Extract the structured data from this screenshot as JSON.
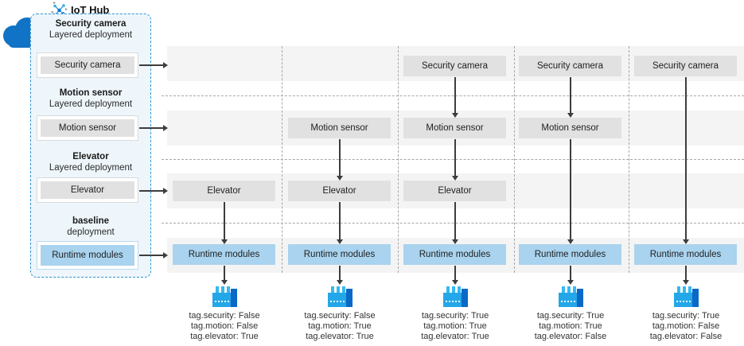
{
  "header": {
    "iot_hub_label": "IoT Hub"
  },
  "sidebar": {
    "groups": [
      {
        "title": "Security camera",
        "subtitle": "Layered deployment",
        "box_label": "Security camera",
        "style": "gray"
      },
      {
        "title": "Motion sensor",
        "subtitle": "Layered deployment",
        "box_label": "Motion sensor",
        "style": "gray"
      },
      {
        "title": "Elevator",
        "subtitle": "Layered deployment",
        "box_label": "Elevator",
        "style": "gray"
      },
      {
        "title": "baseline",
        "subtitle": "deployment",
        "box_label": "Runtime modules",
        "style": "blue"
      }
    ]
  },
  "grid": {
    "row_names": [
      "Security camera",
      "Motion sensor",
      "Elevator",
      "Runtime modules"
    ],
    "columns": [
      {
        "security_camera": null,
        "motion_sensor": null,
        "elevator": "Elevator",
        "runtime_modules": "Runtime modules",
        "tags": [
          "tag.security: False",
          "tag.motion: False",
          "tag.elevator: True"
        ]
      },
      {
        "security_camera": null,
        "motion_sensor": "Motion sensor",
        "elevator": "Elevator",
        "runtime_modules": "Runtime modules",
        "tags": [
          "tag.security: False",
          "tag.motion: True",
          "tag.elevator: True"
        ]
      },
      {
        "security_camera": "Security camera",
        "motion_sensor": "Motion sensor",
        "elevator": "Elevator",
        "runtime_modules": "Runtime modules",
        "tags": [
          "tag.security: True",
          "tag.motion: True",
          "tag.elevator: True"
        ]
      },
      {
        "security_camera": "Security camera",
        "motion_sensor": "Motion sensor",
        "elevator": null,
        "runtime_modules": "Runtime modules",
        "tags": [
          "tag.security: True",
          "tag.motion: True",
          "tag.elevator: False"
        ]
      },
      {
        "security_camera": "Security camera",
        "motion_sensor": null,
        "elevator": null,
        "runtime_modules": "Runtime modules",
        "tags": [
          "tag.security: True",
          "tag.motion: False",
          "tag.elevator: False"
        ]
      }
    ]
  },
  "icons": {
    "cloud": "cloud-icon",
    "iot_hub": "iot-hub-icon",
    "factory": "factory-icon"
  },
  "colors": {
    "accent_dashed_blue": "#2e95d3",
    "sidebar_bg": "#eef6fb",
    "band_gray": "#f4f4f4",
    "box_gray": "#e1e1e1",
    "box_blue": "#a9d3ee",
    "cloud_blue": "#1173c5",
    "factory_light_blue": "#24a7e8",
    "factory_dark_blue": "#0a69c7",
    "arrow": "#3d3d3d"
  }
}
